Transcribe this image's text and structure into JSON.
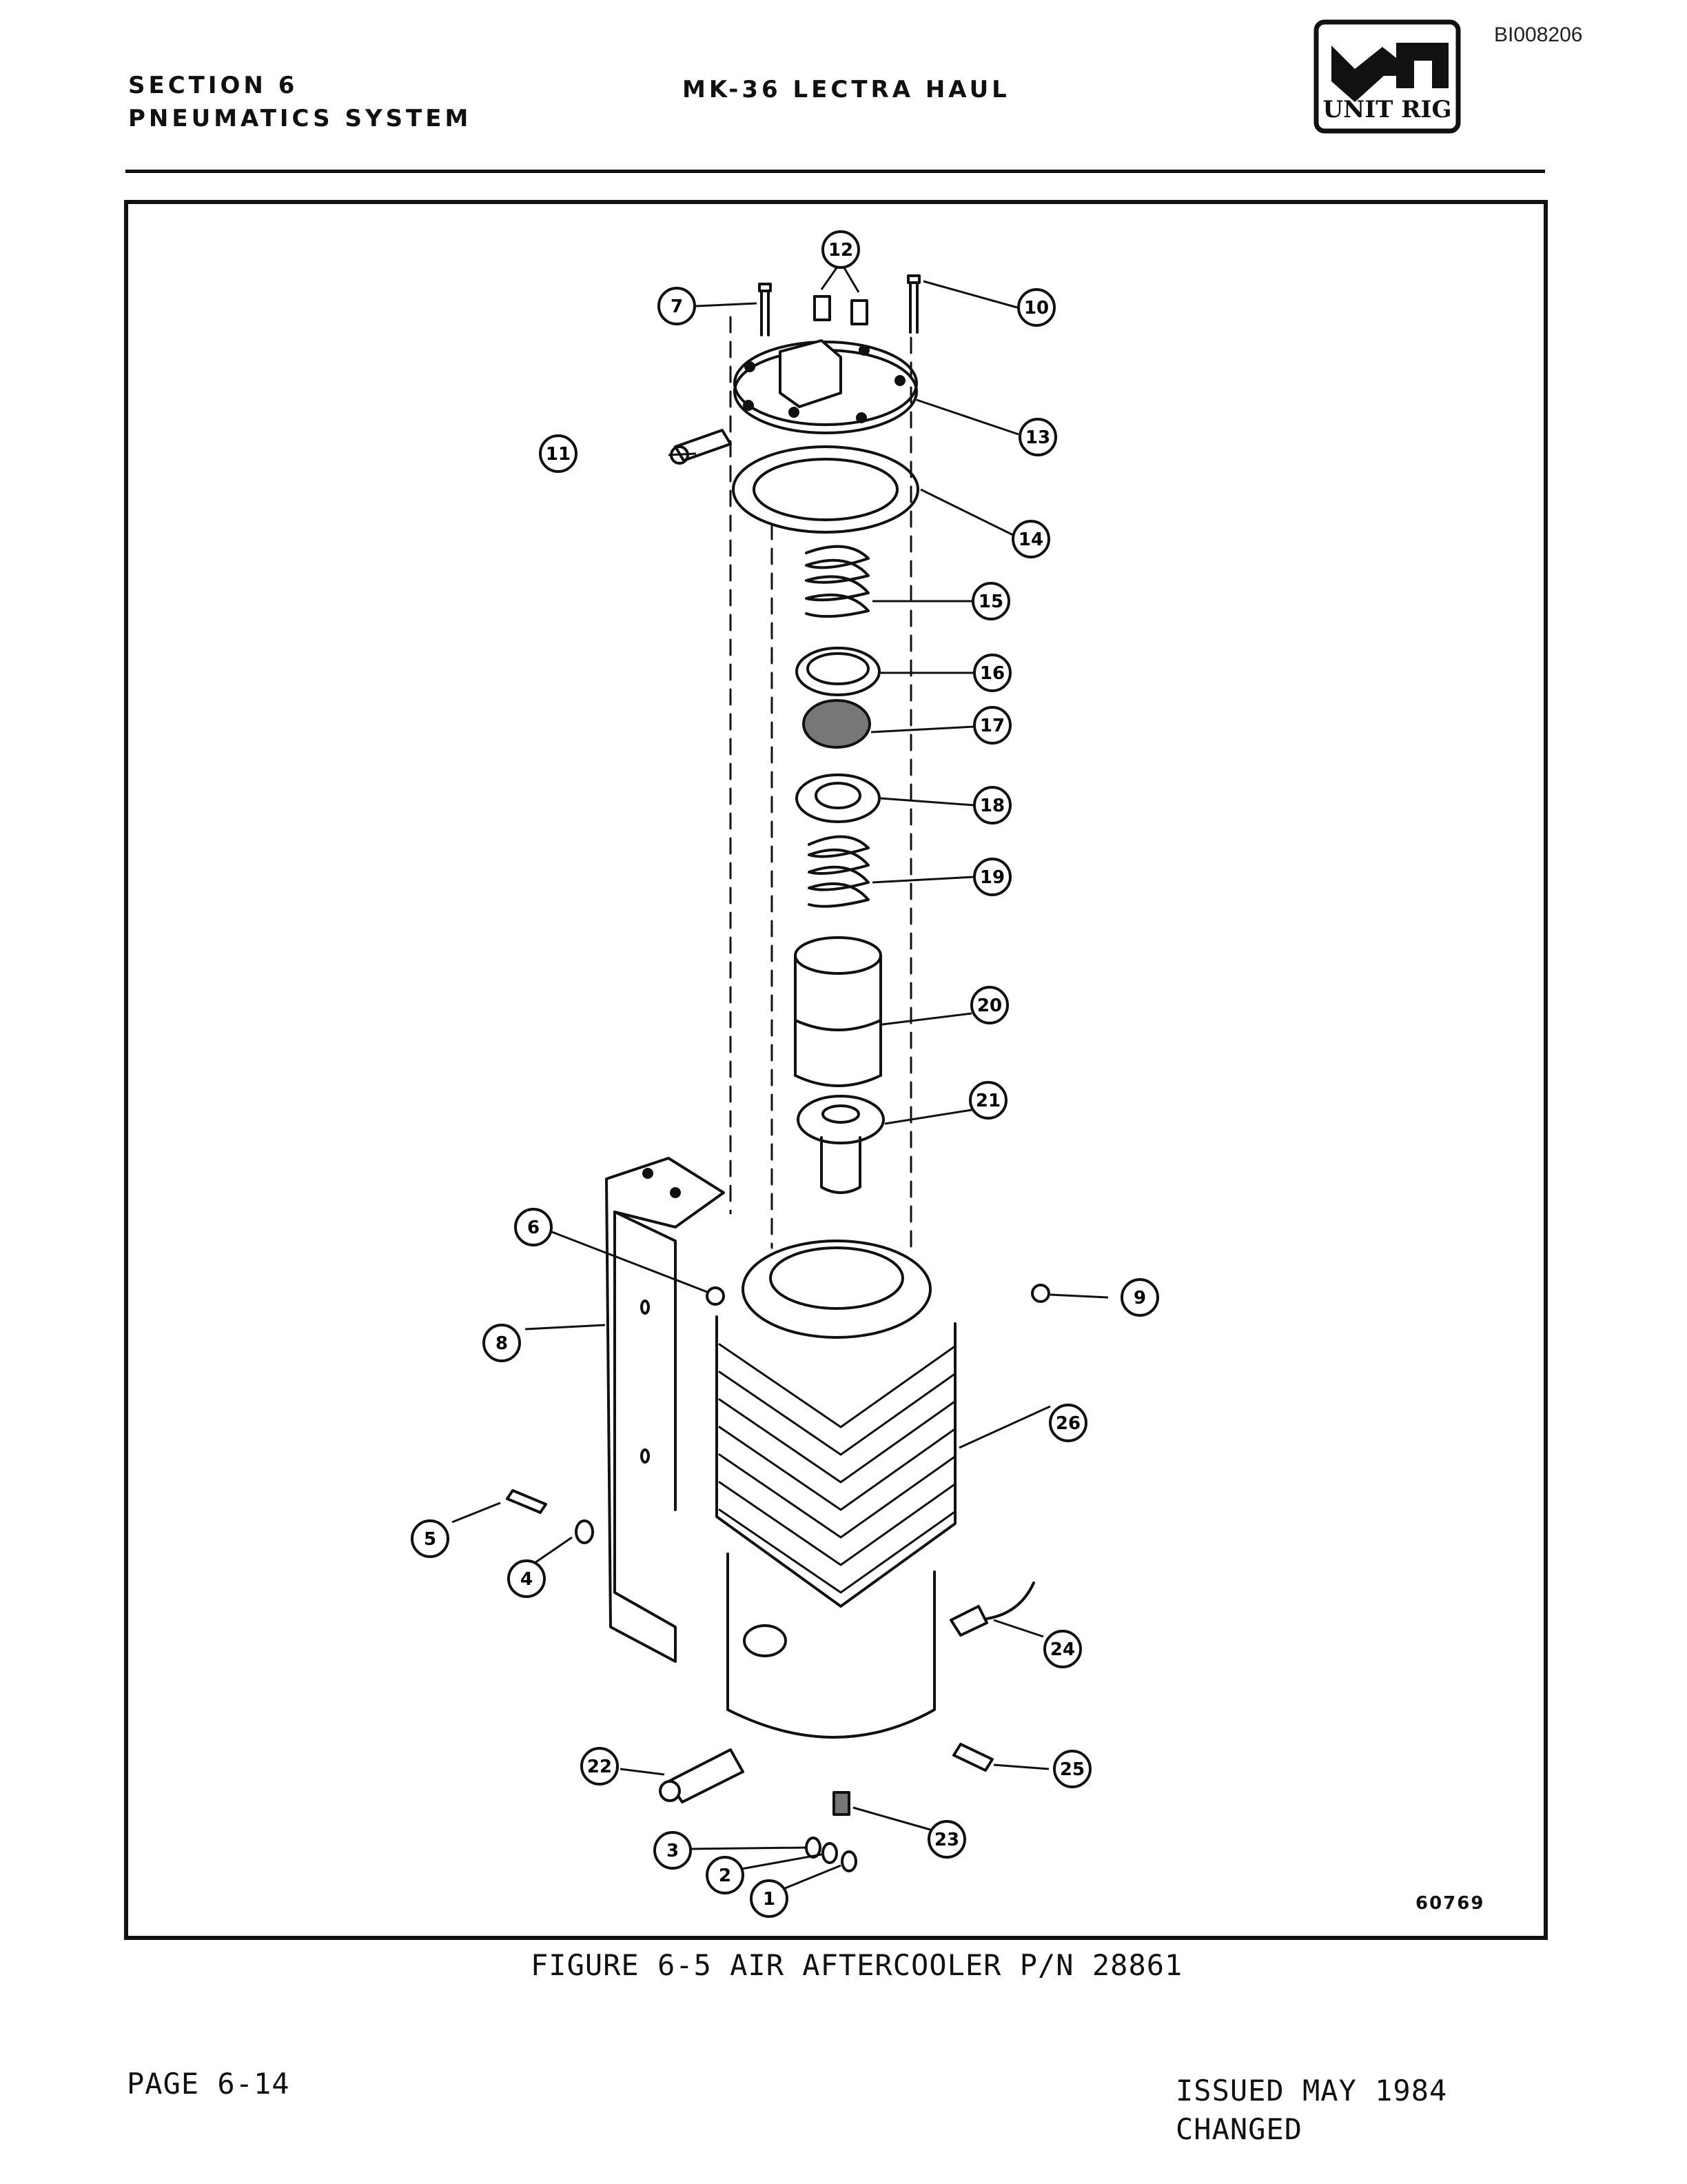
{
  "doc_id": "BI008206",
  "header": {
    "section": "SECTION 6",
    "subsection": "PNEUMATICS SYSTEM",
    "model": "MK-36 LECTRA HAUL",
    "logo_text": "UNIT RIG"
  },
  "figure": {
    "drawing_number": "60769",
    "caption": "FIGURE 6-5 AIR AFTERCOOLER P/N 28861",
    "callouts": [
      "1",
      "2",
      "3",
      "4",
      "5",
      "6",
      "7",
      "8",
      "9",
      "10",
      "11",
      "12",
      "13",
      "14",
      "15",
      "16",
      "17",
      "18",
      "19",
      "20",
      "21",
      "22",
      "23",
      "24",
      "25",
      "26"
    ]
  },
  "footer": {
    "page": "PAGE 6-14",
    "issued": "ISSUED MAY 1984",
    "changed": "CHANGED"
  },
  "colors": {
    "ink": "#111111",
    "paper": "#ffffff"
  }
}
